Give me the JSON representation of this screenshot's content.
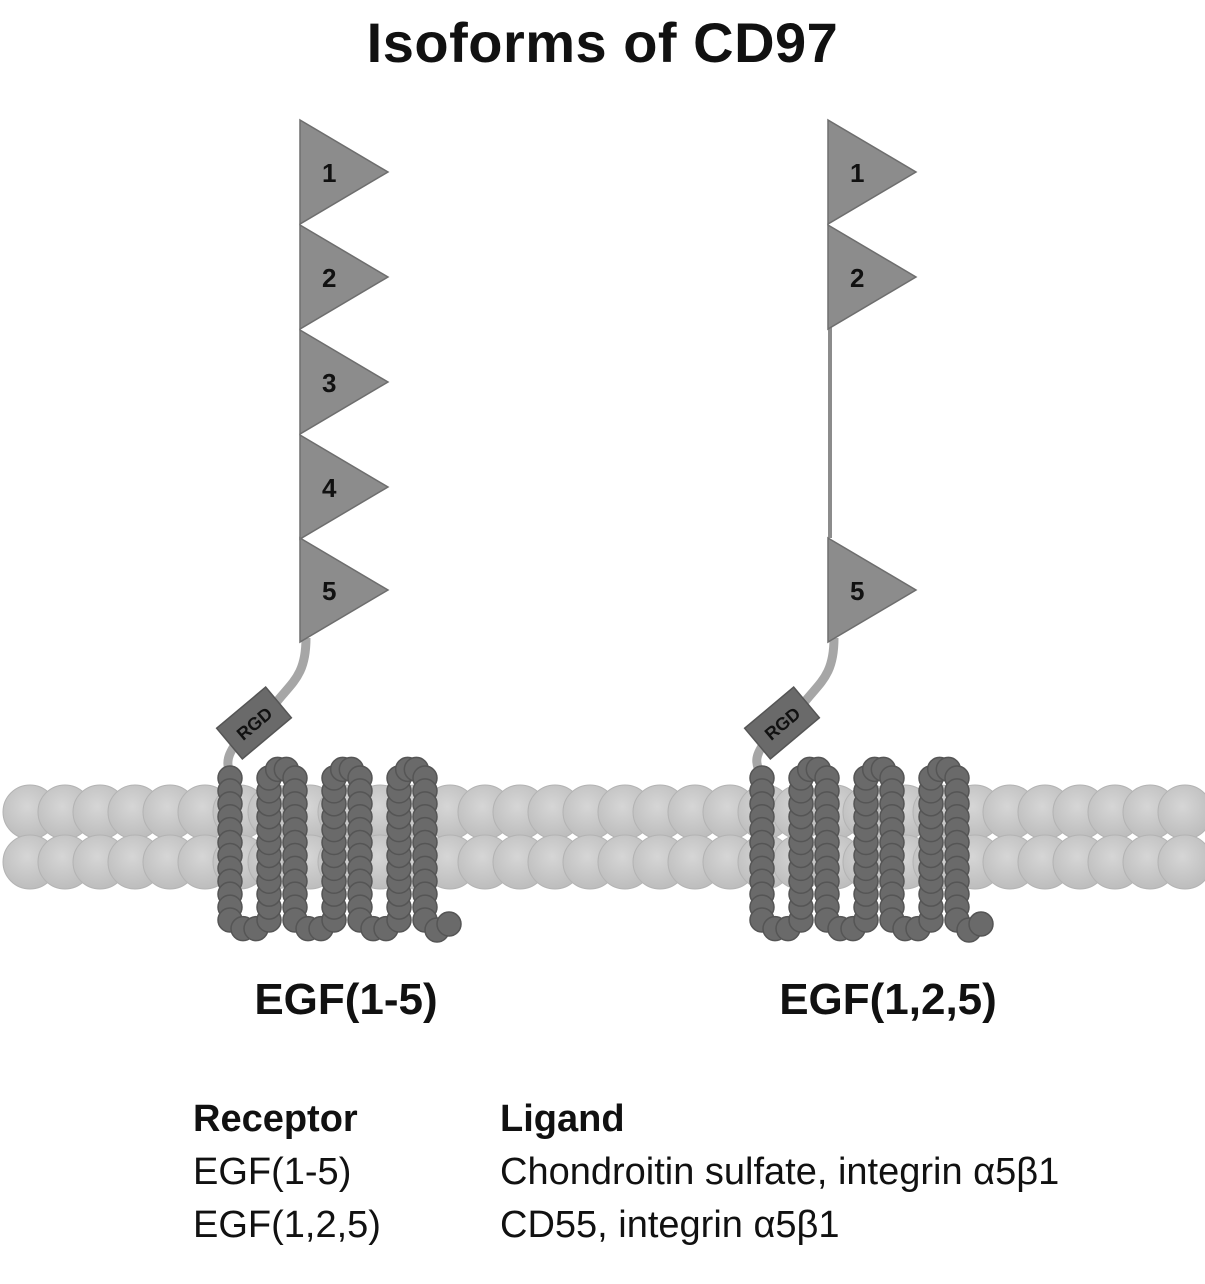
{
  "title": "Isoforms of CD97",
  "isoforms": [
    {
      "label": "EGF(1-5)",
      "domains": [
        "1",
        "2",
        "3",
        "4",
        "5"
      ],
      "motif": "RGD"
    },
    {
      "label": "EGF(1,2,5)",
      "domains": [
        "1",
        "2",
        "5"
      ],
      "motif": "RGD"
    }
  ],
  "table": {
    "headers": [
      "Receptor",
      "Ligand"
    ],
    "rows": [
      {
        "receptor": "EGF(1-5)",
        "ligand": "Chondroitin sulfate, integrin α5β1"
      },
      {
        "receptor": "EGF(1,2,5)",
        "ligand": "CD55, integrin α5β1"
      }
    ]
  },
  "colors": {
    "egf_domain": "#8c8c8c",
    "transmembrane_bead": "#6a6a6a",
    "membrane_lipid": "#c8c8c8",
    "linker": "#a6a6a6"
  }
}
